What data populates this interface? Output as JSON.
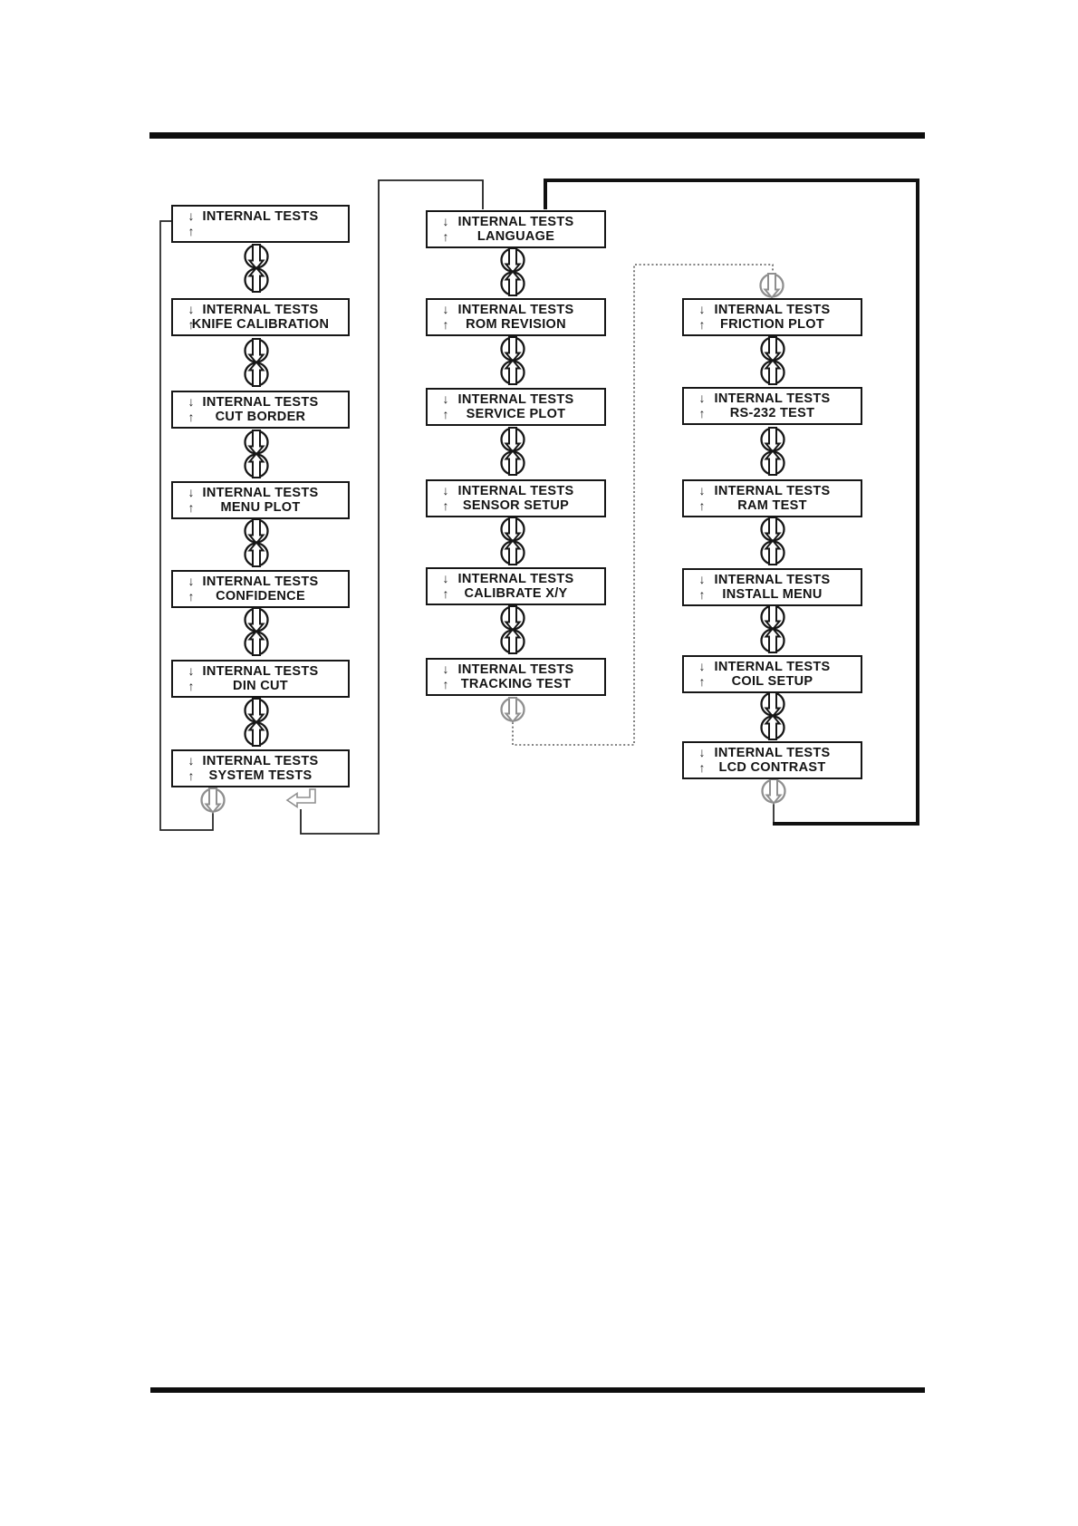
{
  "document": {
    "description": "Service-manual menu flow diagram for INTERNAL TESTS",
    "colors": {
      "ink": "#161616",
      "gray": "#8f8f8f",
      "paper": "#ffffff"
    }
  },
  "icons": {
    "down_glyph": "↓",
    "up_glyph": "↑",
    "down_button": "circled-down-arrow-key",
    "up_button": "circled-up-arrow-key",
    "enter_key": "enter-return-key"
  },
  "menus": {
    "left": [
      {
        "line1": "INTERNAL TESTS",
        "line2": ""
      },
      {
        "line1": "INTERNAL TESTS",
        "line2": "KNIFE CALIBRATION"
      },
      {
        "line1": "INTERNAL TESTS",
        "line2": "CUT BORDER"
      },
      {
        "line1": "INTERNAL TESTS",
        "line2": "MENU PLOT"
      },
      {
        "line1": "INTERNAL TESTS",
        "line2": "CONFIDENCE"
      },
      {
        "line1": "INTERNAL TESTS",
        "line2": "DIN CUT"
      },
      {
        "line1": "INTERNAL TESTS",
        "line2": "SYSTEM TESTS"
      }
    ],
    "middle": [
      {
        "line1": "INTERNAL TESTS",
        "line2": "LANGUAGE"
      },
      {
        "line1": "INTERNAL TESTS",
        "line2": "ROM REVISION"
      },
      {
        "line1": "INTERNAL TESTS",
        "line2": "SERVICE PLOT"
      },
      {
        "line1": "INTERNAL TESTS",
        "line2": "SENSOR SETUP"
      },
      {
        "line1": "INTERNAL TESTS",
        "line2": "CALIBRATE X/Y"
      },
      {
        "line1": "INTERNAL TESTS",
        "line2": "TRACKING TEST"
      }
    ],
    "right": [
      {
        "line1": "INTERNAL TESTS",
        "line2": "FRICTION PLOT"
      },
      {
        "line1": "INTERNAL TESTS",
        "line2": "RS-232 TEST"
      },
      {
        "line1": "INTERNAL TESTS",
        "line2": "RAM TEST"
      },
      {
        "line1": "INTERNAL TESTS",
        "line2": "INSTALL MENU"
      },
      {
        "line1": "INTERNAL TESTS",
        "line2": "COIL SETUP"
      },
      {
        "line1": "INTERNAL TESTS",
        "line2": "LCD CONTRAST"
      }
    ]
  }
}
